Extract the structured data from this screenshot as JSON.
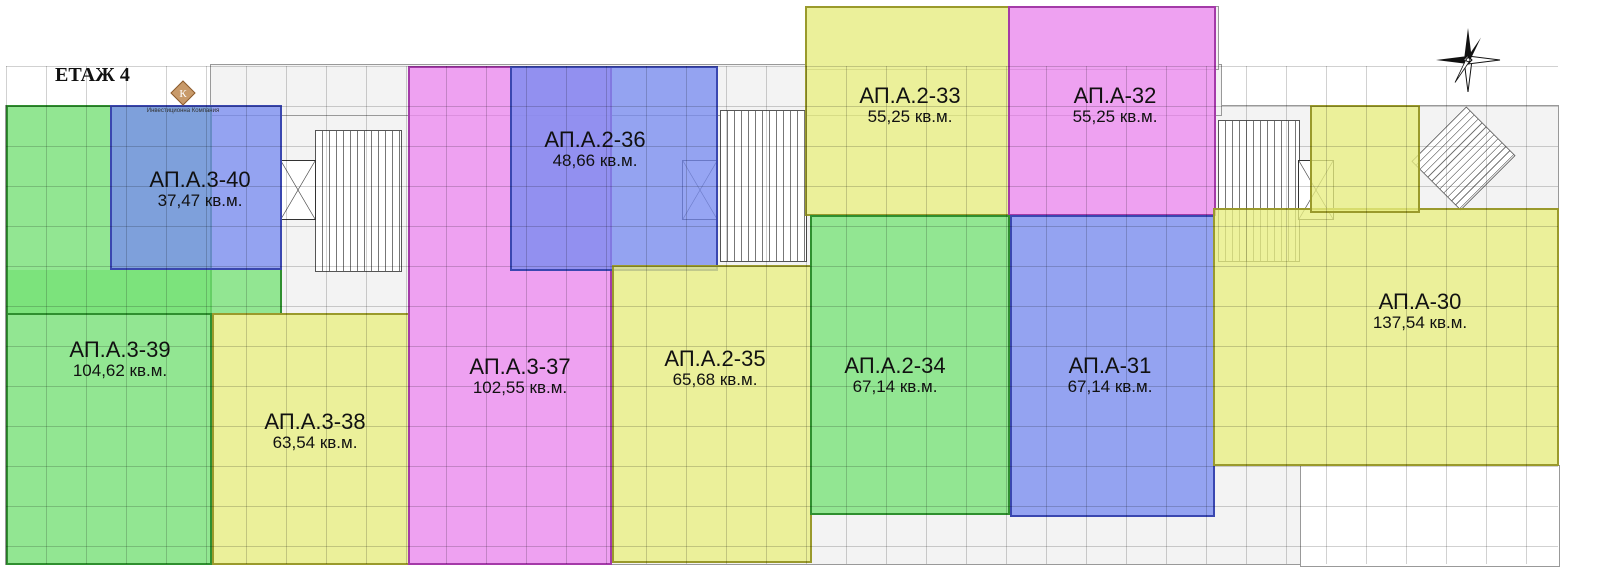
{
  "plan": {
    "floor_title": "ЕТАЖ 4",
    "logo_text": "Инвестиционна Компания",
    "compass_icon": "north-arrow-icon"
  },
  "colors": {
    "green": "#76e276",
    "blue": "#788cf0",
    "yellow": "#e8ee80",
    "pink": "#ec8cf0"
  },
  "apartments": [
    {
      "id": "a3-40",
      "name": "АП.А.3-40",
      "area": "37,47 кв.м."
    },
    {
      "id": "a2-36",
      "name": "АП.А.2-36",
      "area": "48,66 кв.м."
    },
    {
      "id": "a2-33",
      "name": "АП.А.2-33",
      "area": "55,25 кв.м."
    },
    {
      "id": "a-32",
      "name": "АП.А-32",
      "area": "55,25 кв.м."
    },
    {
      "id": "a-30",
      "name": "АП.А-30",
      "area": "137,54 кв.м."
    },
    {
      "id": "a3-39",
      "name": "АП.А.3-39",
      "area": "104,62 кв.м."
    },
    {
      "id": "a3-37",
      "name": "АП.А.3-37",
      "area": "102,55 кв.м."
    },
    {
      "id": "a2-35",
      "name": "АП.А.2-35",
      "area": "65,68 кв.м."
    },
    {
      "id": "a2-34",
      "name": "АП.А.2-34",
      "area": "67,14 кв.м."
    },
    {
      "id": "a-31",
      "name": "АП.А-31",
      "area": "67,14 кв.м."
    },
    {
      "id": "a3-38",
      "name": "АП.А.3-38",
      "area": "63,54 кв.м."
    }
  ]
}
